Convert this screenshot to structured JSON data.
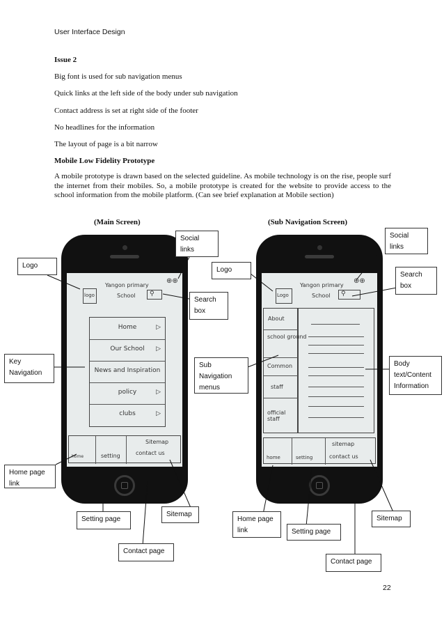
{
  "header": "User Interface Design",
  "issue_title": "Issue 2",
  "issues": [
    "Big font is used for sub navigation menus",
    "Quick links at the left side of the body under sub navigation",
    "Contact address is set at right side of the footer",
    "No headlines for the information",
    "The layout of page is a bit narrow"
  ],
  "section_title": "Mobile Low Fidelity Prototype",
  "paragraph": "A mobile prototype is drawn based on the selected guideline. As mobile technology is on the rise, people surf the internet from their mobiles. So, a mobile prototype is created for the website to provide access to the school information from the mobile platform. (Can see brief explanation at Mobile section)",
  "main_screen": {
    "caption": "(Main Screen)",
    "sketch": {
      "logo": "logo",
      "title_line1": "Yangon primary",
      "title_line2": "School",
      "menu": [
        "Home",
        "Our School",
        "News and Inspiration",
        "policy",
        "clubs"
      ],
      "footer": [
        "home",
        "setting",
        "Sitemap",
        "contact us"
      ]
    },
    "labels": {
      "social": "Social links",
      "logo": "Logo",
      "search": "Search box",
      "key_nav": "Key Navigation",
      "home": "Home page link",
      "setting": "Setting page",
      "sitemap": "Sitemap",
      "contact": "Contact page"
    }
  },
  "sub_screen": {
    "caption": "(Sub Navigation Screen)",
    "sketch": {
      "logo": "Logo",
      "title_line1": "Yangon primary",
      "title_line2": "School",
      "menu": [
        "About",
        "school ground",
        "Common",
        "staff",
        "official staff"
      ],
      "footer": [
        "home",
        "setting",
        "sitemap",
        "contact us"
      ]
    },
    "labels": {
      "social": "Social links",
      "logo": "Logo",
      "search": "Search box",
      "sub_nav": "Sub Navigation menus",
      "body": "Body text/Content Information",
      "home": "Home page link",
      "setting": "Setting page",
      "sitemap": "Sitemap",
      "contact": "Contact page"
    }
  },
  "page_number": "22"
}
